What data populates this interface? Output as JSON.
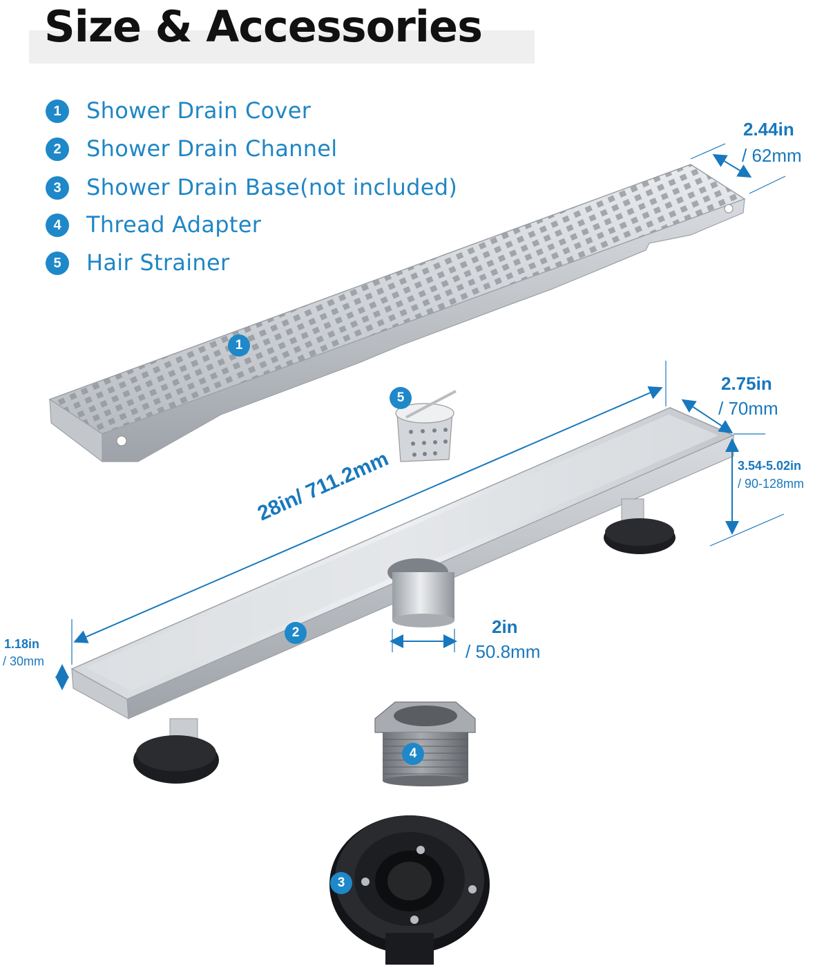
{
  "title": "Size & Accessories",
  "legend": [
    {
      "num": "1",
      "label": "Shower Drain Cover"
    },
    {
      "num": "2",
      "label": "Shower Drain Channel"
    },
    {
      "num": "3",
      "label": "Shower Drain Base(not included)"
    },
    {
      "num": "4",
      "label": "Thread Adapter"
    },
    {
      "num": "5",
      "label": "Hair Strainer"
    }
  ],
  "dimensions": {
    "cover_width": {
      "main": "2.44in",
      "sub": "/ 62mm"
    },
    "channel_width": {
      "main": "2.75in",
      "sub": "/ 70mm"
    },
    "height_range": {
      "main": "3.54-5.02in",
      "sub": "/ 90-128mm"
    },
    "length": {
      "main": "28in/ 711.2mm"
    },
    "outlet": {
      "main": "2in",
      "sub": "/ 50.8mm"
    },
    "depth": {
      "main": "1.18in",
      "sub": "/ 30mm"
    }
  },
  "callouts": {
    "cover": "1",
    "channel": "2",
    "base": "3",
    "adapter": "4",
    "strainer": "5"
  },
  "colors": {
    "accent": "#1e88c9",
    "dimension_text": "#1878bd",
    "steel": "#c9ccd0",
    "dark_part": "#1c1d20"
  }
}
